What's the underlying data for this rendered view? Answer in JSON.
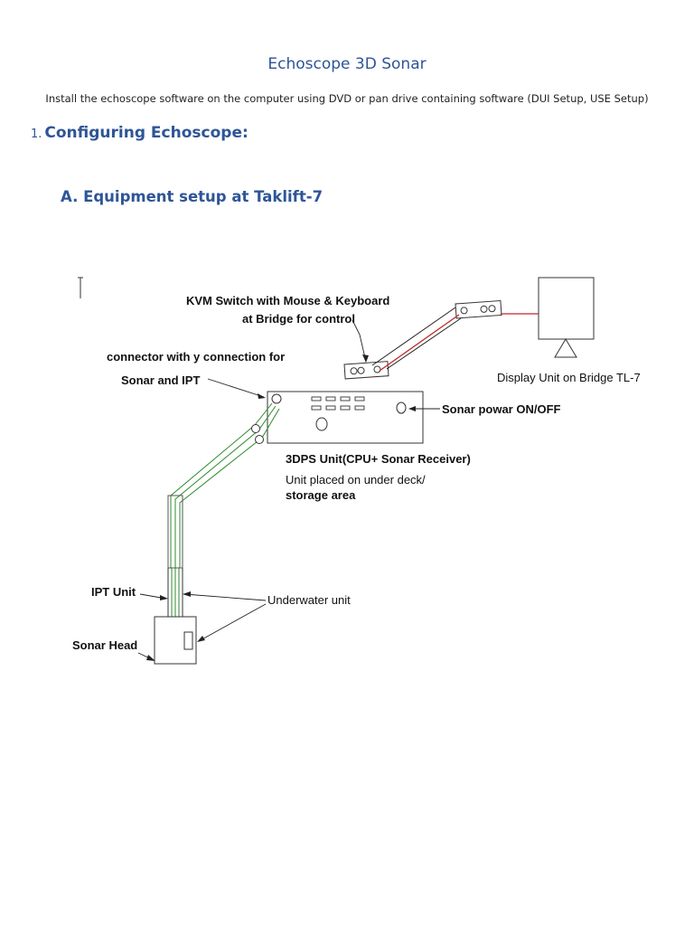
{
  "document": {
    "title": "Echoscope 3D Sonar",
    "intro": "Install the echoscope software on the computer using DVD or pan drive containing software (DUI Setup, USE Setup)",
    "section_number": "1.",
    "section_title": "Configuring Echoscope:",
    "subsection_title": "A. Equipment setup at Taklift-7"
  },
  "diagram": {
    "kvm_line1": "KVM Switch with Mouse & Keyboard",
    "kvm_line2": "at Bridge for control",
    "connector_line1": "connector with y connection for",
    "connector_line2": "Sonar and IPT",
    "display_unit": "Display Unit on Bridge TL-7",
    "sonar_power": "Sonar powar ON/OFF",
    "unit_3dps": "3DPS Unit(CPU+ Sonar Receiver)",
    "unit_placed_line1": "Unit placed on under deck/",
    "unit_placed_line2": "storage area",
    "ipt_unit": "IPT Unit",
    "underwater_unit": "Underwater unit",
    "sonar_head": "Sonar Head",
    "colors": {
      "data_cable": "#c0282a",
      "power_cable": "#2e8b2e",
      "ink": "#111111"
    }
  }
}
